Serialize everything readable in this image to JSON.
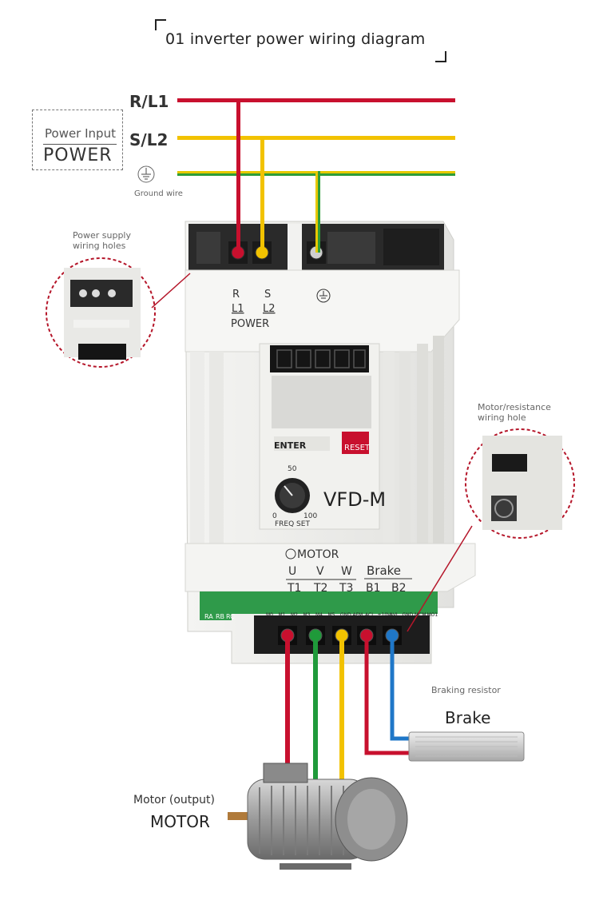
{
  "title": "01 inverter power wiring diagram",
  "lines": {
    "l1": "R/L1",
    "l2": "S/L2"
  },
  "power_box": {
    "top": "Power Input",
    "bottom": "POWER"
  },
  "ground_wire": "Ground wire",
  "callouts": {
    "power_holes": "Power supply\nwiring holes",
    "motor_holes": "Motor/resistance\nwiring hole",
    "braking_resistor": "Braking resistor",
    "brake": "Brake",
    "motor_output": "Motor (output)",
    "motor": "MOTOR"
  },
  "device": {
    "input_terminals": [
      {
        "top": "R",
        "bottom": "L1"
      },
      {
        "top": "S",
        "bottom": "L2"
      }
    ],
    "input_group": "POWER",
    "model": "VFD-M",
    "knob_labels": {
      "mid": "50",
      "min": "0",
      "max": "100",
      "name": "FREQ SET"
    },
    "buttons": {
      "enter": "ENTER",
      "reset": "RESET"
    },
    "output_group": "MOTOR",
    "output_terminals": [
      {
        "top": "U",
        "bottom": "T1"
      },
      {
        "top": "V",
        "bottom": "T2"
      },
      {
        "top": "W",
        "bottom": "T3"
      }
    ],
    "brake_group": "Brake",
    "brake_terminals": [
      "B1",
      "B2"
    ],
    "relay_labels": [
      "RA",
      "RB",
      "RC"
    ],
    "control_labels": [
      "M0",
      "M1",
      "M2",
      "M3",
      "M4",
      "M5",
      "GND",
      "AFM",
      "ACI",
      "+10V",
      "AVI",
      "GND",
      "MCM",
      "MO1"
    ]
  },
  "colors": {
    "l1_wire": "#c8102e",
    "l2_wire": "#f2c200",
    "ground_yellow": "#e6c800",
    "ground_green": "#2e9d3a",
    "u_wire": "#c8102e",
    "v_wire": "#1f9a3a",
    "w_wire": "#f2c200",
    "b1_wire": "#c8102e",
    "b2_wire": "#1f77c8",
    "callout_circle": "#b5162a"
  }
}
